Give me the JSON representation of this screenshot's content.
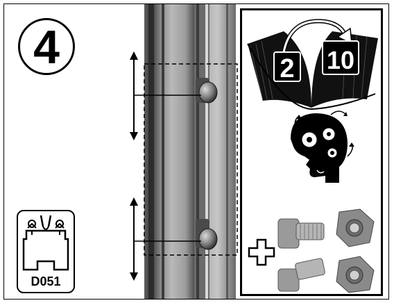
{
  "step": {
    "number": "4"
  },
  "profile_code": "D051",
  "book_pages": {
    "left": "2",
    "right": "10"
  },
  "hardware": {
    "plus_symbol": "+"
  }
}
